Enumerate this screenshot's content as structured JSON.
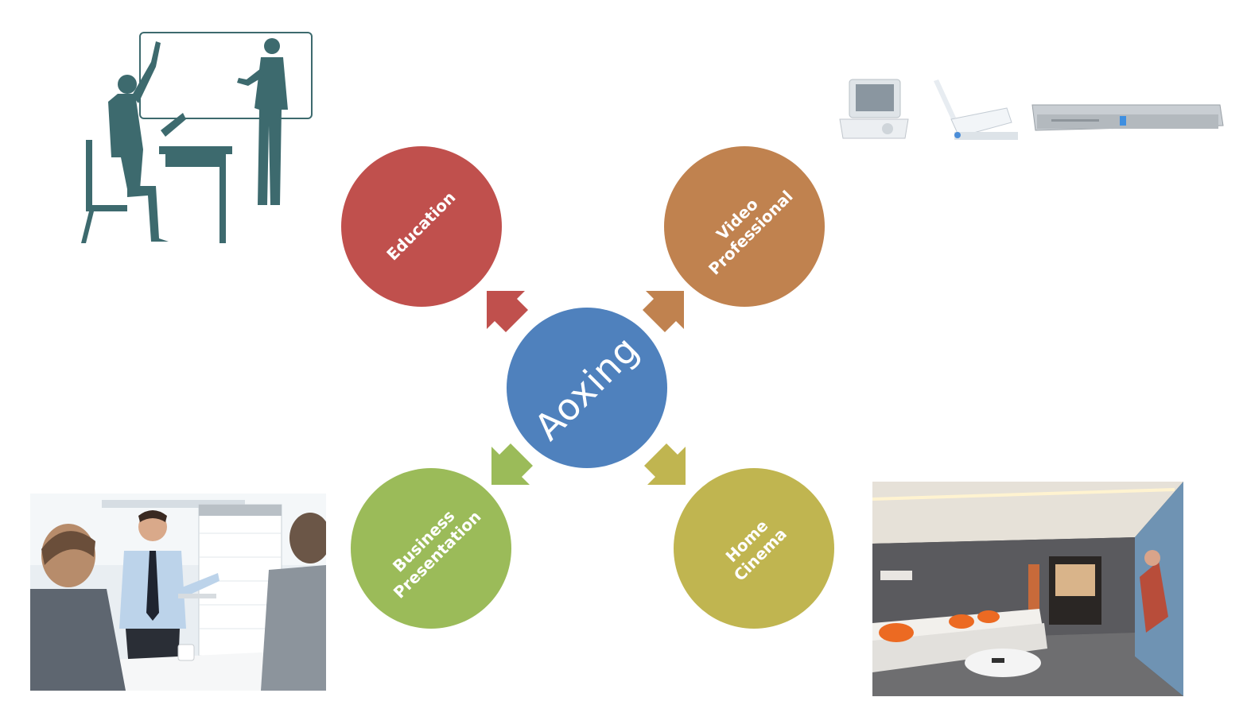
{
  "diagram": {
    "hub": {
      "label": "Aoxing",
      "color": "#4f81bd"
    },
    "spokes": [
      {
        "key": "education",
        "label": "Education",
        "color": "#c0504d"
      },
      {
        "key": "video",
        "label": "Video\nProfessional",
        "color": "#c0824f"
      },
      {
        "key": "business",
        "label": "Business\nPresentation",
        "color": "#9bbb59"
      },
      {
        "key": "home",
        "label": "Home\nCinema",
        "color": "#c0b550"
      }
    ]
  },
  "images": {
    "education": {
      "icon": "classroom-silhouette-icon",
      "color": "#3d6a6e"
    },
    "video": {
      "icon": "video-devices-icon"
    },
    "business": {
      "icon": "business-meeting-photo"
    },
    "home": {
      "icon": "home-theater-photo"
    }
  }
}
